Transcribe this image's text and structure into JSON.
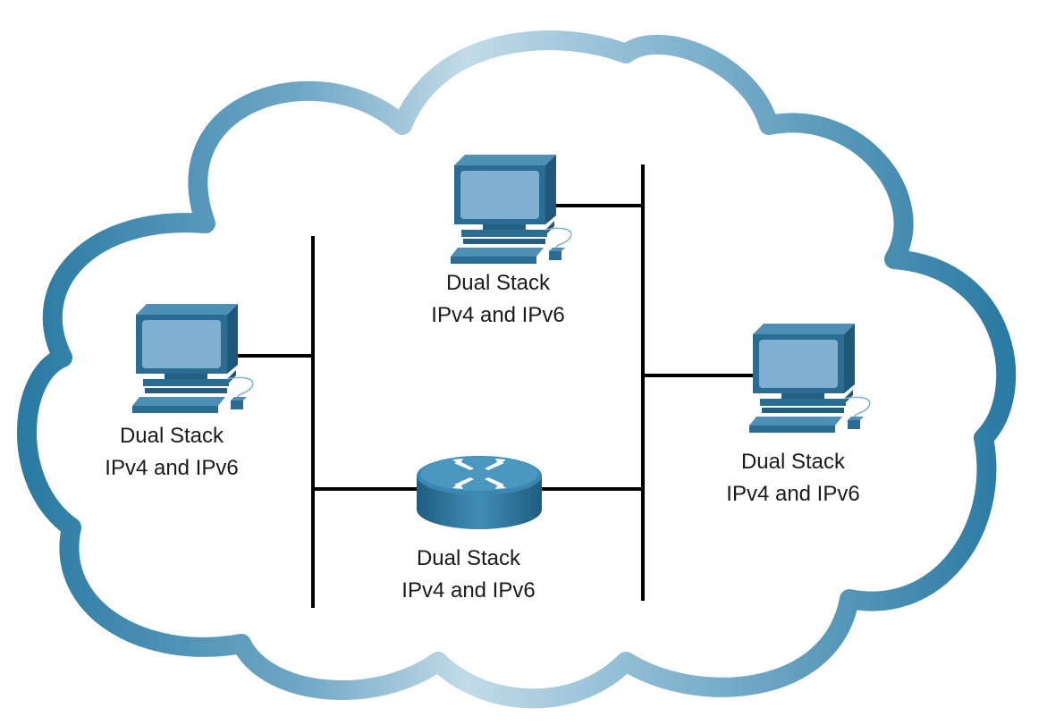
{
  "colors": {
    "cloud_border_dark": "#2a7aa3",
    "cloud_border_light": "#c0d9e6",
    "cloud_fill": "#ffffff",
    "device_blue": "#2b6c92",
    "device_screen": "#7fb0d0",
    "link": "#000000"
  },
  "nodes": {
    "pc_top": {
      "icon": "desktop-computer-icon",
      "line1": "Dual Stack",
      "line2": "IPv4 and IPv6"
    },
    "pc_left": {
      "icon": "desktop-computer-icon",
      "line1": "Dual Stack",
      "line2": "IPv4 and IPv6"
    },
    "pc_right": {
      "icon": "desktop-computer-icon",
      "line1": "Dual Stack",
      "line2": "IPv4 and IPv6"
    },
    "router": {
      "icon": "router-icon",
      "line1": "Dual Stack",
      "line2": "IPv4 and IPv6"
    }
  }
}
